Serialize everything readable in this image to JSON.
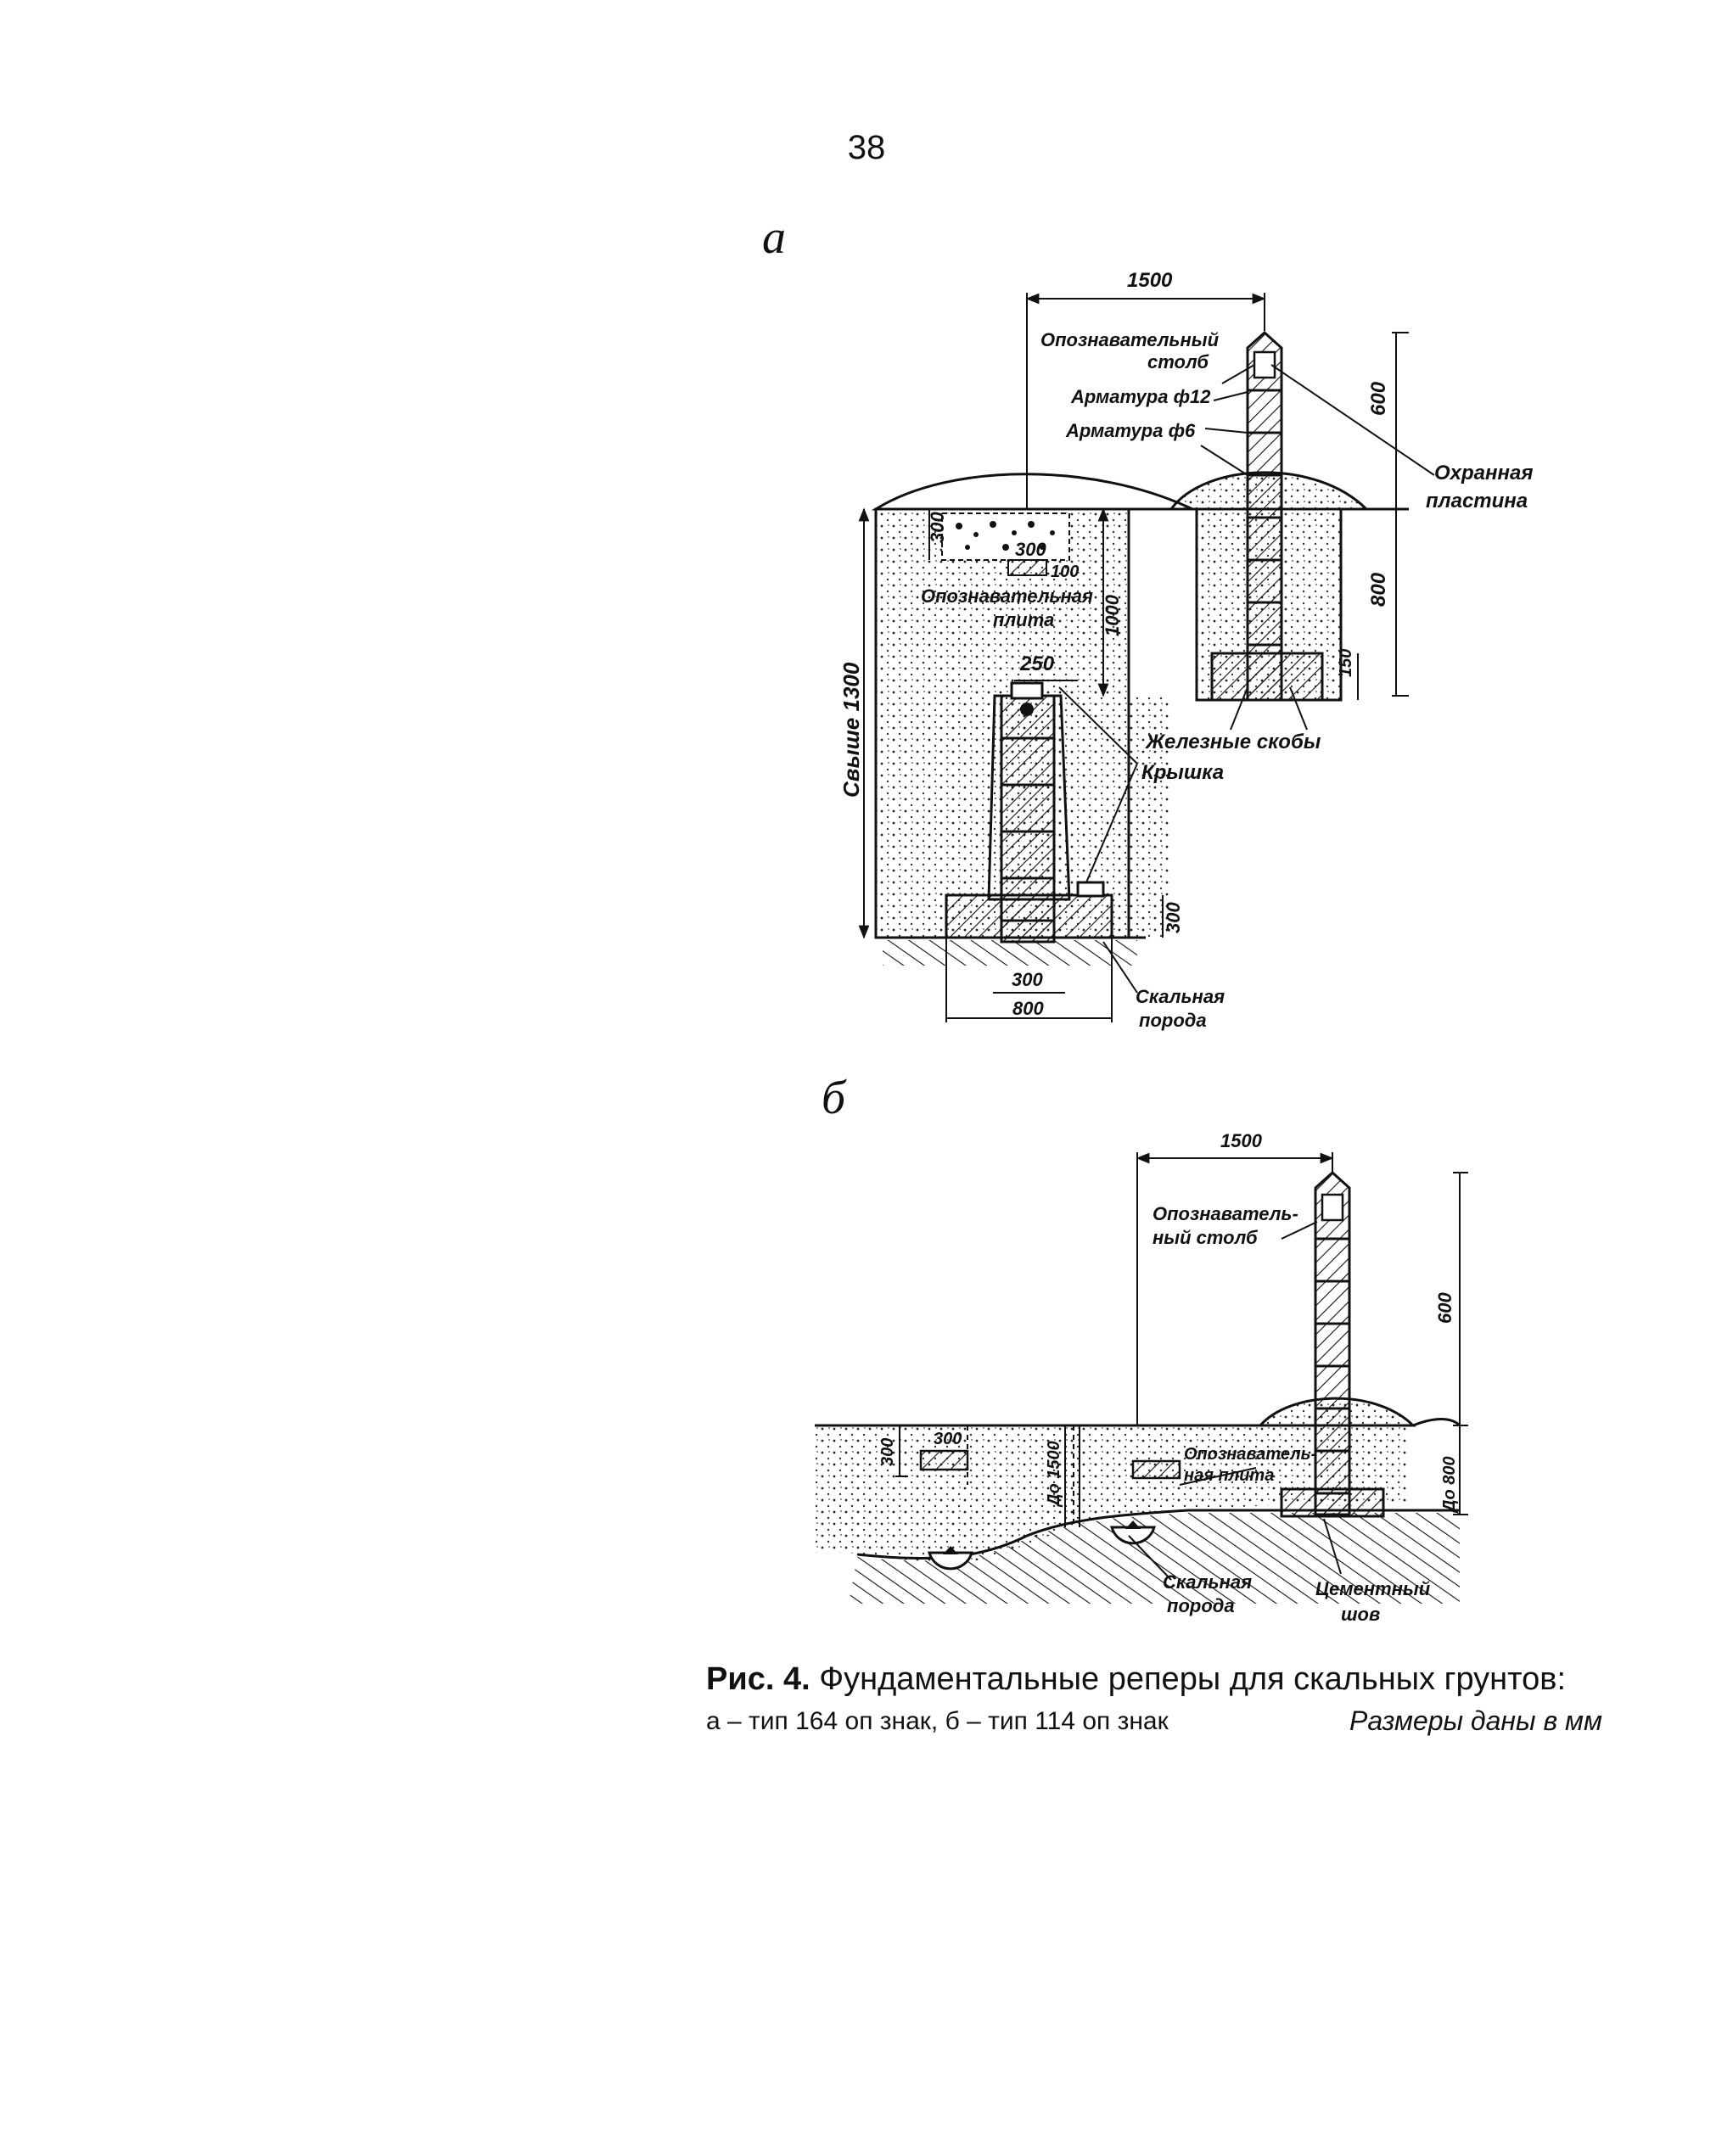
{
  "page_number": "38",
  "figure_a": {
    "letter": "а",
    "dims": {
      "width": "1500",
      "post_top": "600",
      "post_depth": "800",
      "d150": "150",
      "d300_top": "300",
      "d300": "300",
      "d100": "100",
      "d1000": "1000",
      "d250": "250",
      "d300_base": "300",
      "d300_width": "300",
      "d800": "800",
      "over1300": "Свыше 1300"
    },
    "labels": {
      "post": [
        "Опознавательный",
        "столб"
      ],
      "rebar12": "Арматура ф12",
      "rebar6": "Арматура ф6",
      "plate_guard": [
        "Охранная",
        "пластина"
      ],
      "plate_id": [
        "Опознавательная",
        "плита"
      ],
      "iron_brackets": "Железные скобы",
      "lid": "Крышка",
      "rock": [
        "Скальная",
        "порода"
      ]
    }
  },
  "figure_b": {
    "letter": "б",
    "dims": {
      "width": "1500",
      "post_top": "600",
      "d300w": "300",
      "d300h": "300",
      "upto1500": "До 1500",
      "upto800": "До 800"
    },
    "labels": {
      "post": [
        "Опознаватель-",
        "ный столб"
      ],
      "plate": [
        "Опознаватель-",
        "ная плита"
      ],
      "rock": [
        "Скальная",
        "порода"
      ],
      "cement": [
        "Цементный",
        "шов"
      ]
    }
  },
  "caption": {
    "prefix": "Рис. 4.",
    "title": "Фундаментальные реперы для скальных грунтов:",
    "subtitle": "а – тип 164 оп  знак, б – тип 114 оп  знак",
    "units": "Размеры даны в мм"
  }
}
